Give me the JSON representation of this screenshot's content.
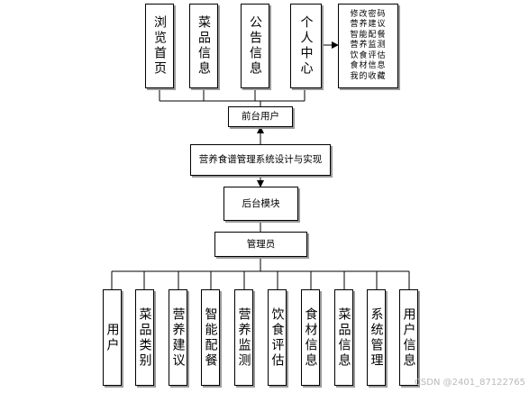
{
  "front": {
    "modules": [
      "浏览首页",
      "菜品信息",
      "公告信息",
      "个人中心"
    ],
    "personal_features": [
      "修改密码",
      "营养建议",
      "智能配餐",
      "营养监测",
      "饮食评估",
      "食材信息",
      "我的收藏"
    ]
  },
  "front_user": "前台用户",
  "system_title": "营养食谱管理系统设计与实现",
  "backend_module": "后台模块",
  "admin": "管理员",
  "admin_modules": [
    "用户",
    "菜品类别",
    "营养建议",
    "智能配餐",
    "营养监测",
    "饮食评估",
    "食材信息",
    "菜品信息",
    "系统管理",
    "用户信息"
  ],
  "watermark": "CSDN @2401_87122765"
}
